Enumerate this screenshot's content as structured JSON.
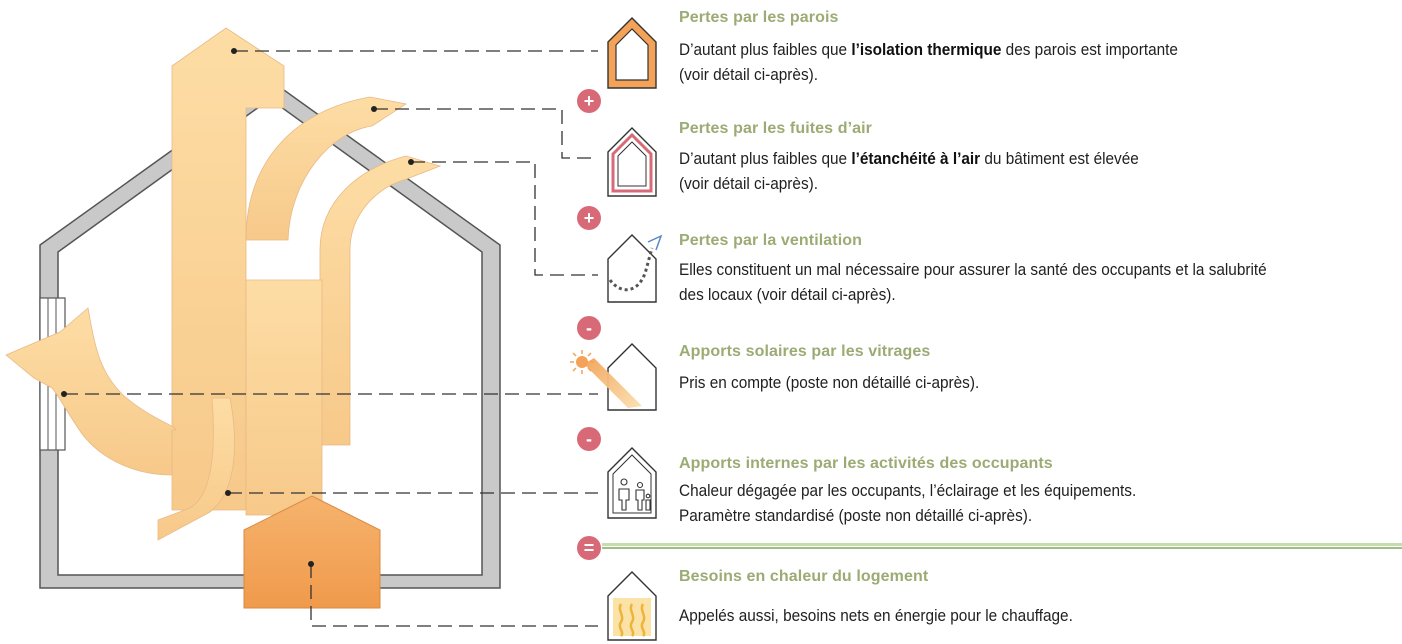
{
  "items": [
    {
      "title": "Pertes par les parois",
      "text_pre": "D’autant plus faibles que ",
      "text_bold": "l’isolation thermique",
      "text_post": " des parois est importante",
      "text_line2": "(voir détail ci-après)."
    },
    {
      "title": "Pertes par les fuites d’air",
      "text_pre": "D’autant plus faibles que ",
      "text_bold": "l’étanchéité à l’air",
      "text_post": " du bâtiment est élevée",
      "text_line2": "(voir détail ci-après)."
    },
    {
      "title": "Pertes par la ventilation",
      "text_line1": "Elles constituent un mal nécessaire pour assurer la santé des occupants et la salubrité",
      "text_line2": "des locaux (voir détail ci-après)."
    },
    {
      "title": "Apports solaires par les vitrages",
      "text_line1": "Pris en compte (poste non détaillé ci-après)."
    },
    {
      "title": "Apports internes par les activités des occupants",
      "text_line1": "Chaleur dégagée par les occupants, l’éclairage et les équipements.",
      "text_line2": "Paramètre standardisé (poste non détaillé ci-après)."
    },
    {
      "title": "Besoins en chaleur du logement",
      "text_line1": "Appelés aussi, besoins nets en énergie pour le chauffage."
    }
  ],
  "operators": {
    "plus_1": "+",
    "plus_2": "+",
    "minus_1": "-",
    "minus_2": "-",
    "equals": "="
  },
  "colors": {
    "title_green": "#9bab74",
    "operator_pink": "#d86a78",
    "flow_light": "#fbd99a",
    "flow_orange": "#f3a257",
    "wall_gray": "#c9c9c9",
    "divider_green": "#b6d09a"
  }
}
